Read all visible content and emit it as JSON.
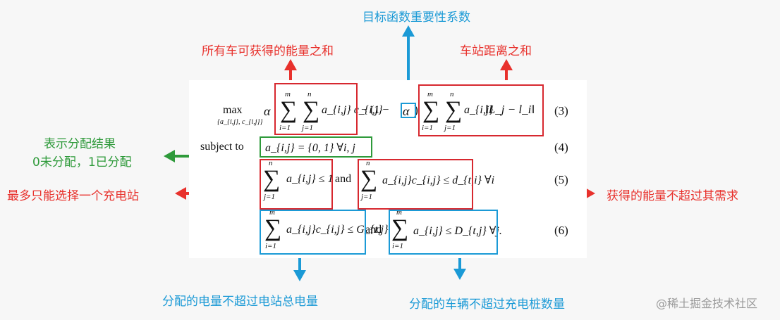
{
  "annotations": {
    "top_center": "目标函数重要性系数",
    "top_left": "所有车可获得的能量之和",
    "top_right": "车站距离之和",
    "left_green_line1": "表示分配结果",
    "left_green_line2": "0未分配，1已分配",
    "left_red": "最多只能选择一个充电站",
    "right_red": "获得的能量不超过其需求",
    "bottom_left": "分配的电量不超过电站总电量",
    "bottom_right": "分配的车辆不超过充电桩数量"
  },
  "watermark": "@稀土掘金技术社区",
  "equations": {
    "eq3": {
      "max_label": "max",
      "max_sub": "{a_{i,j}, c_{i,j}}",
      "alpha": "α",
      "term1": "a_{i,j} c_{i,j}",
      "minus_open": "− (1 −",
      "alpha2": "α",
      "close": ")",
      "term2": "a_{i,j}",
      "norm": "‖L_j − l_i‖",
      "sum_upper_i": "m",
      "sum_lower_i": "i=1",
      "sum_upper_j": "n",
      "sum_lower_j": "j=1",
      "number": "(3)"
    },
    "eq4": {
      "prefix": "subject to",
      "expr": "a_{i,j} = {0, 1} ∀i, j",
      "number": "(4)"
    },
    "eq5": {
      "left_expr": "a_{i,j} ≤ 1",
      "and": "and",
      "right_expr": "a_{i,j}c_{i,j} ≤ d_{t,i} ∀i",
      "sum_upper": "n",
      "sum_lower": "j=1",
      "number": "(5)"
    },
    "eq6": {
      "left_expr": "a_{i,j}c_{i,j} ≤ G_{t,j}",
      "and": "and",
      "right_expr": "a_{i,j} ≤ D_{t,j} ∀j.",
      "sum_upper": "m",
      "sum_lower": "i=1",
      "number": "(6)"
    }
  },
  "colors": {
    "red": "#e8312c",
    "blue": "#1b9ad6",
    "green": "#2e9a3a"
  }
}
